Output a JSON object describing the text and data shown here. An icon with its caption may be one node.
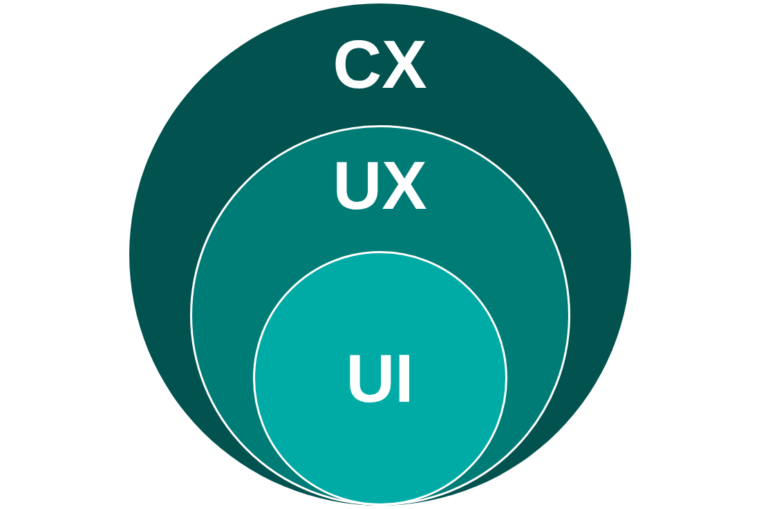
{
  "diagram": {
    "nodes": [
      {
        "text": [
          "CX"
        ]
      },
      {
        "text": [
          "UX"
        ],
        "in": 0
      },
      {
        "text": [
          "UI"
        ],
        "in": 1
      }
    ]
  }
}
